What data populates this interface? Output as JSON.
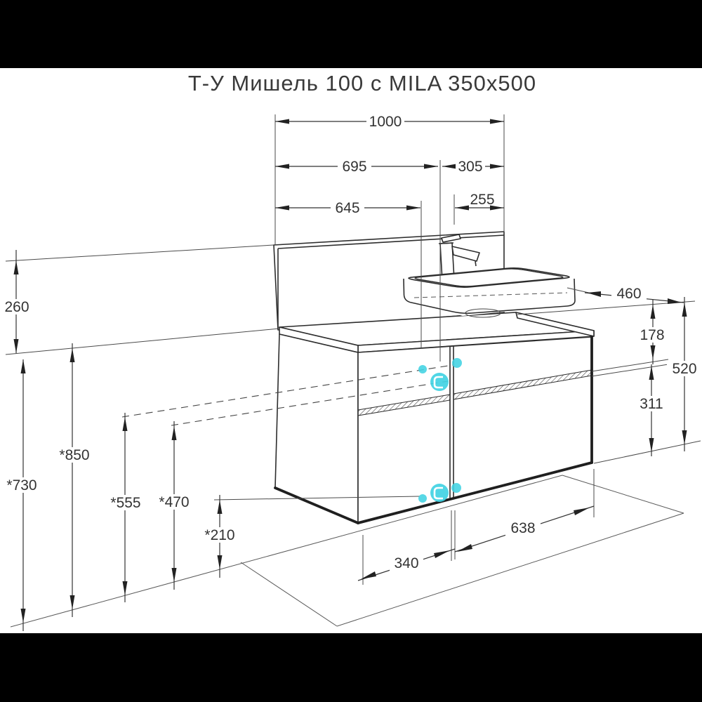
{
  "title": "Т-У Мишель 100 с MILA 350x500",
  "dims": {
    "w1000": "1000",
    "w695": "695",
    "w305": "305",
    "w645": "645",
    "w255": "255",
    "h260": "260",
    "h850": "*850",
    "h730": "*730",
    "h555": "*555",
    "h470": "*470",
    "h210": "*210",
    "d460": "460",
    "h178": "178",
    "h520": "520",
    "h311": "311",
    "b638": "638",
    "b340": "340"
  },
  "colors": {
    "highlight": "#41d3e3",
    "letterbox": "#000000",
    "background": "#ffffff",
    "line": "#2d2d2d"
  }
}
